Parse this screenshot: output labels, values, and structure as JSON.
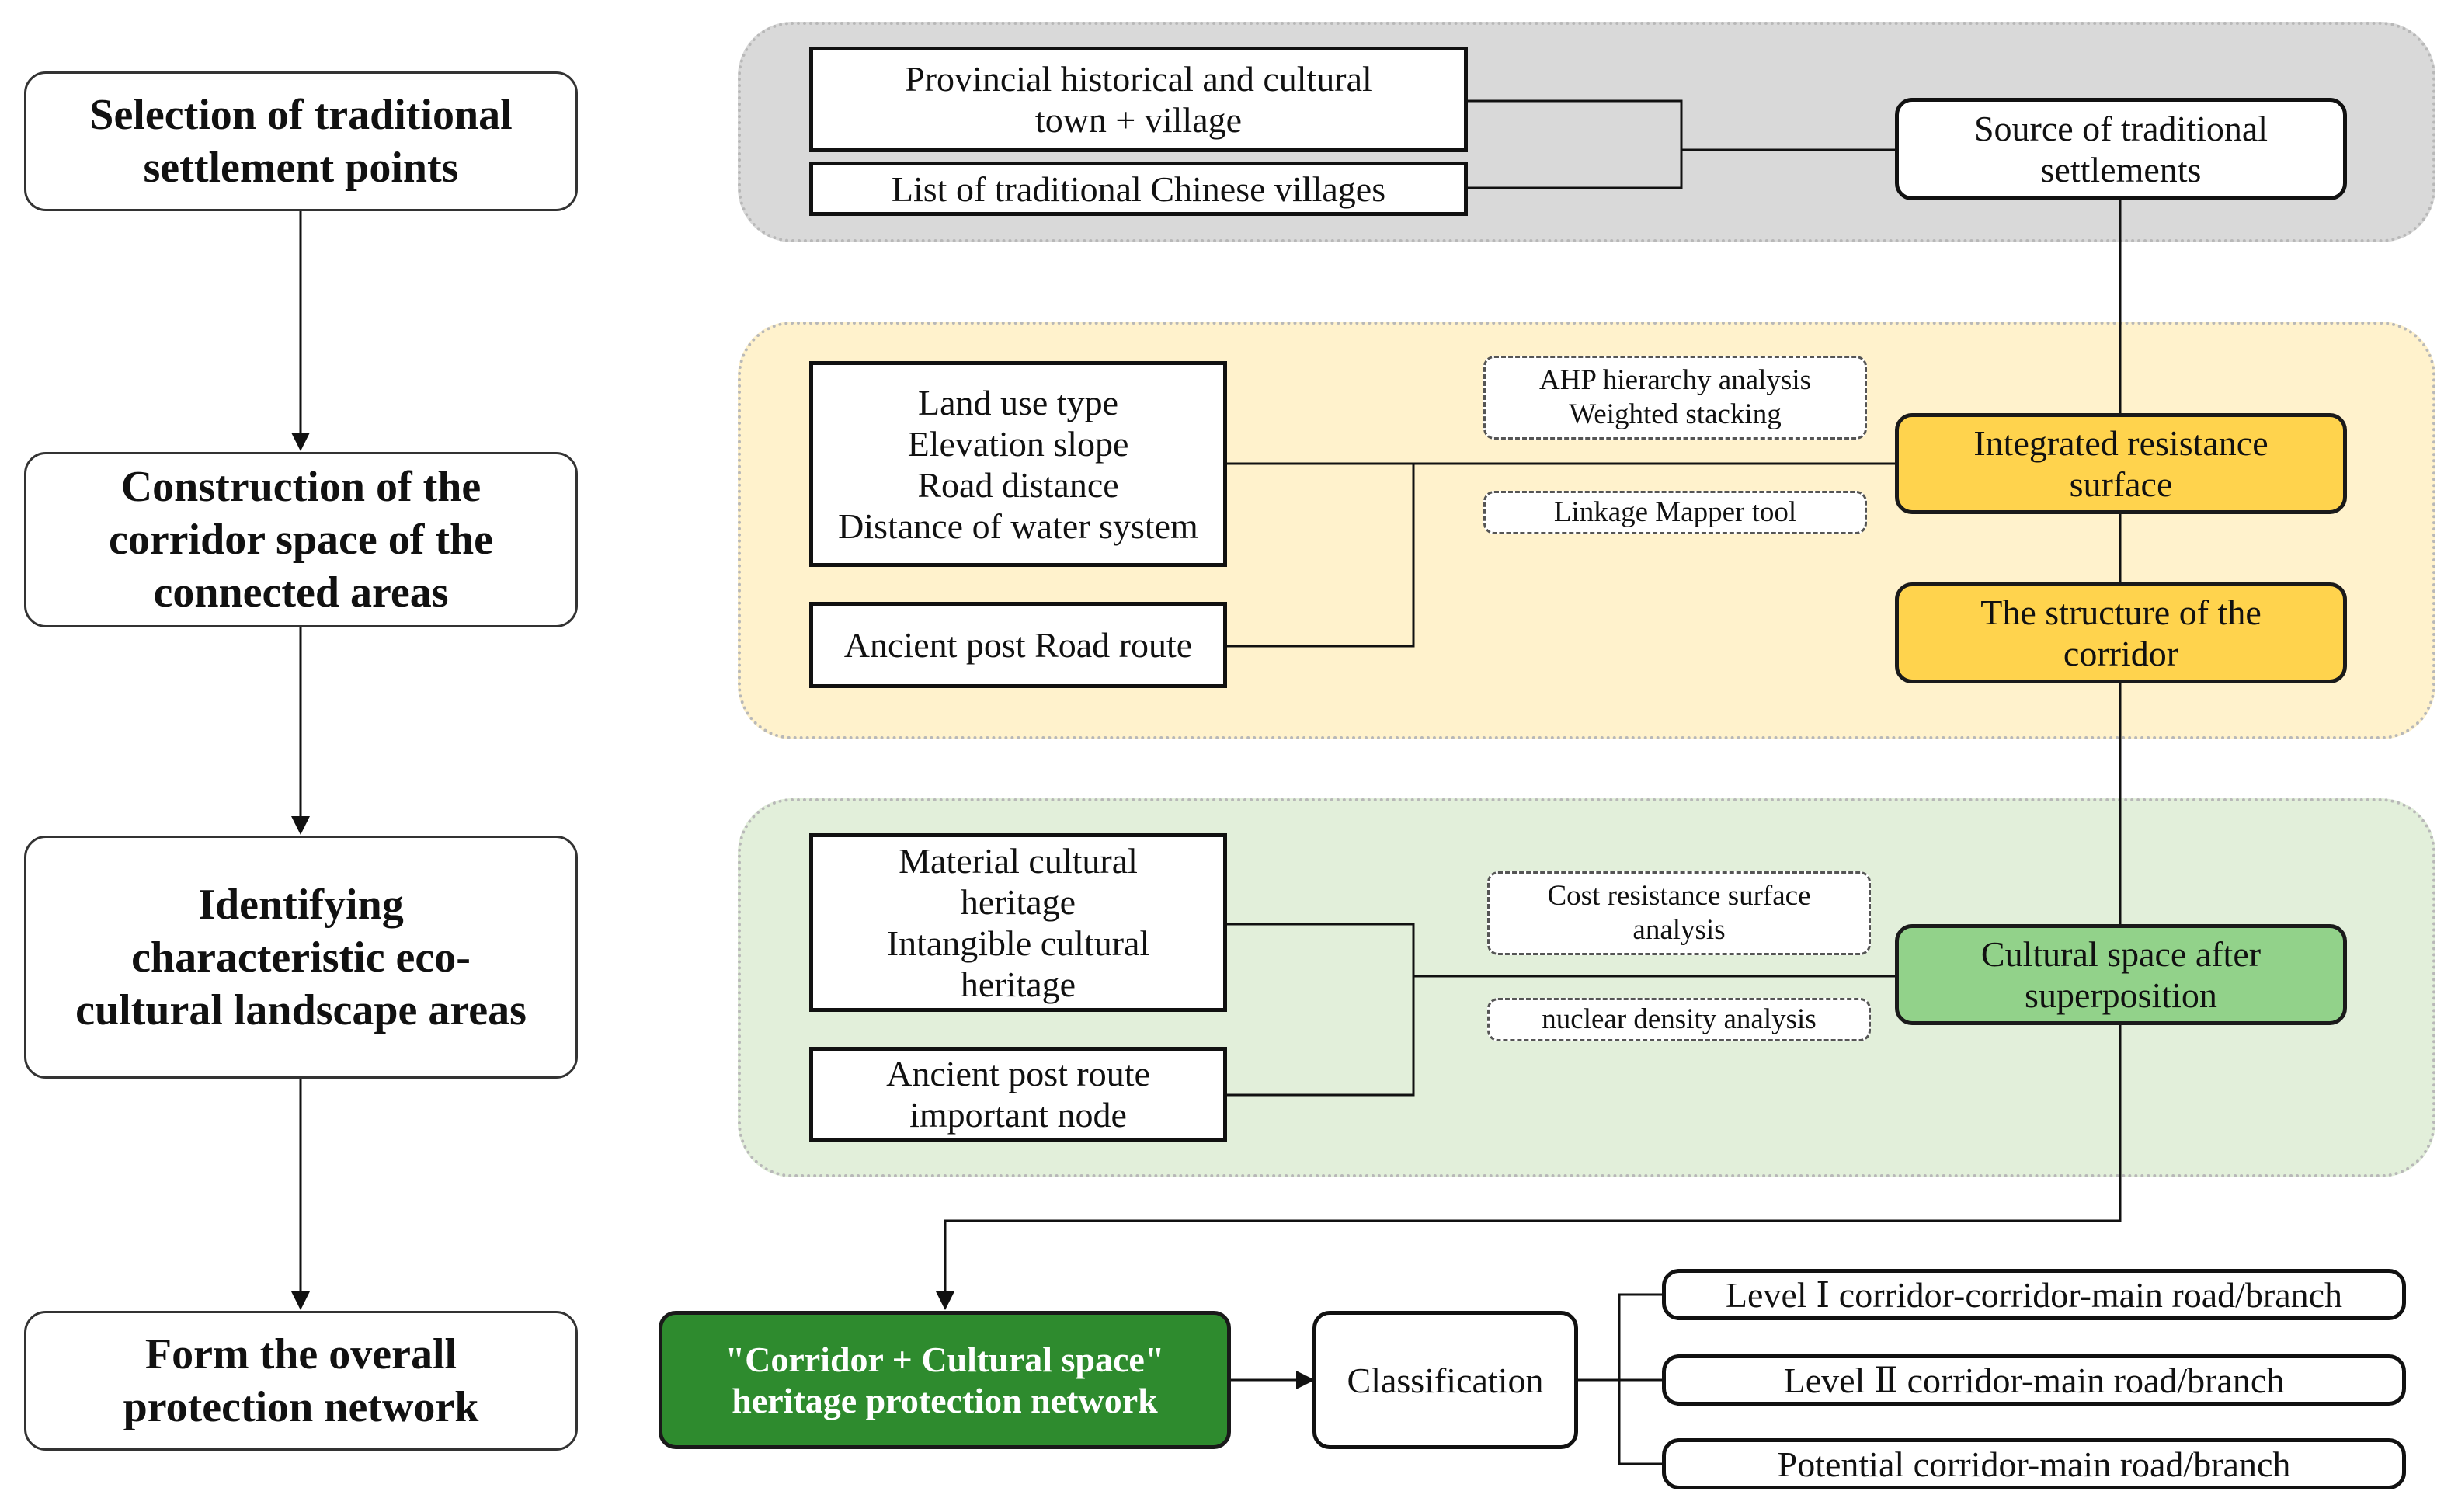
{
  "steps": [
    "Selection of traditional\nsettlement points",
    "Construction of the\ncorridor space of the\nconnected areas",
    "Identifying\ncharacteristic eco-\ncultural landscape areas",
    "Form the overall\nprotection network"
  ],
  "gray_panel": {
    "input_1": "Provincial historical and cultural\ntown + village",
    "input_2": "List of traditional Chinese villages",
    "output": "Source of traditional\nsettlements"
  },
  "yellow_panel": {
    "factors": "Land use type\nElevation slope\nRoad distance\nDistance of water system",
    "route": "Ancient post Road route",
    "method_1": "AHP hierarchy analysis\nWeighted stacking",
    "method_2": "Linkage Mapper tool",
    "resistance": "Integrated resistance\nsurface",
    "structure": "The structure of the\ncorridor"
  },
  "green_panel": {
    "heritage": "Material cultural\nheritage\nIntangible cultural\nheritage",
    "node": "Ancient post route\nimportant node",
    "method_1": "Cost resistance surface\nanalysis",
    "method_2": "nuclear density analysis",
    "output": "Cultural space after\nsuperposition"
  },
  "bottom": {
    "network": "\"Corridor + Cultural space\"\nheritage protection network",
    "classification": "Classification",
    "levels": [
      "Level Ⅰ corridor-corridor-main road/branch",
      "Level Ⅱ corridor-main road/branch",
      "Potential corridor-main road/branch"
    ]
  },
  "colors": {
    "gray_panel": "#d9d9d9",
    "yellow_panel": "#fff2cc",
    "green_panel": "#e2efda",
    "yellow_box": "#ffd34d",
    "green_box": "#92d28a",
    "dark_green": "#2e8b2e"
  }
}
